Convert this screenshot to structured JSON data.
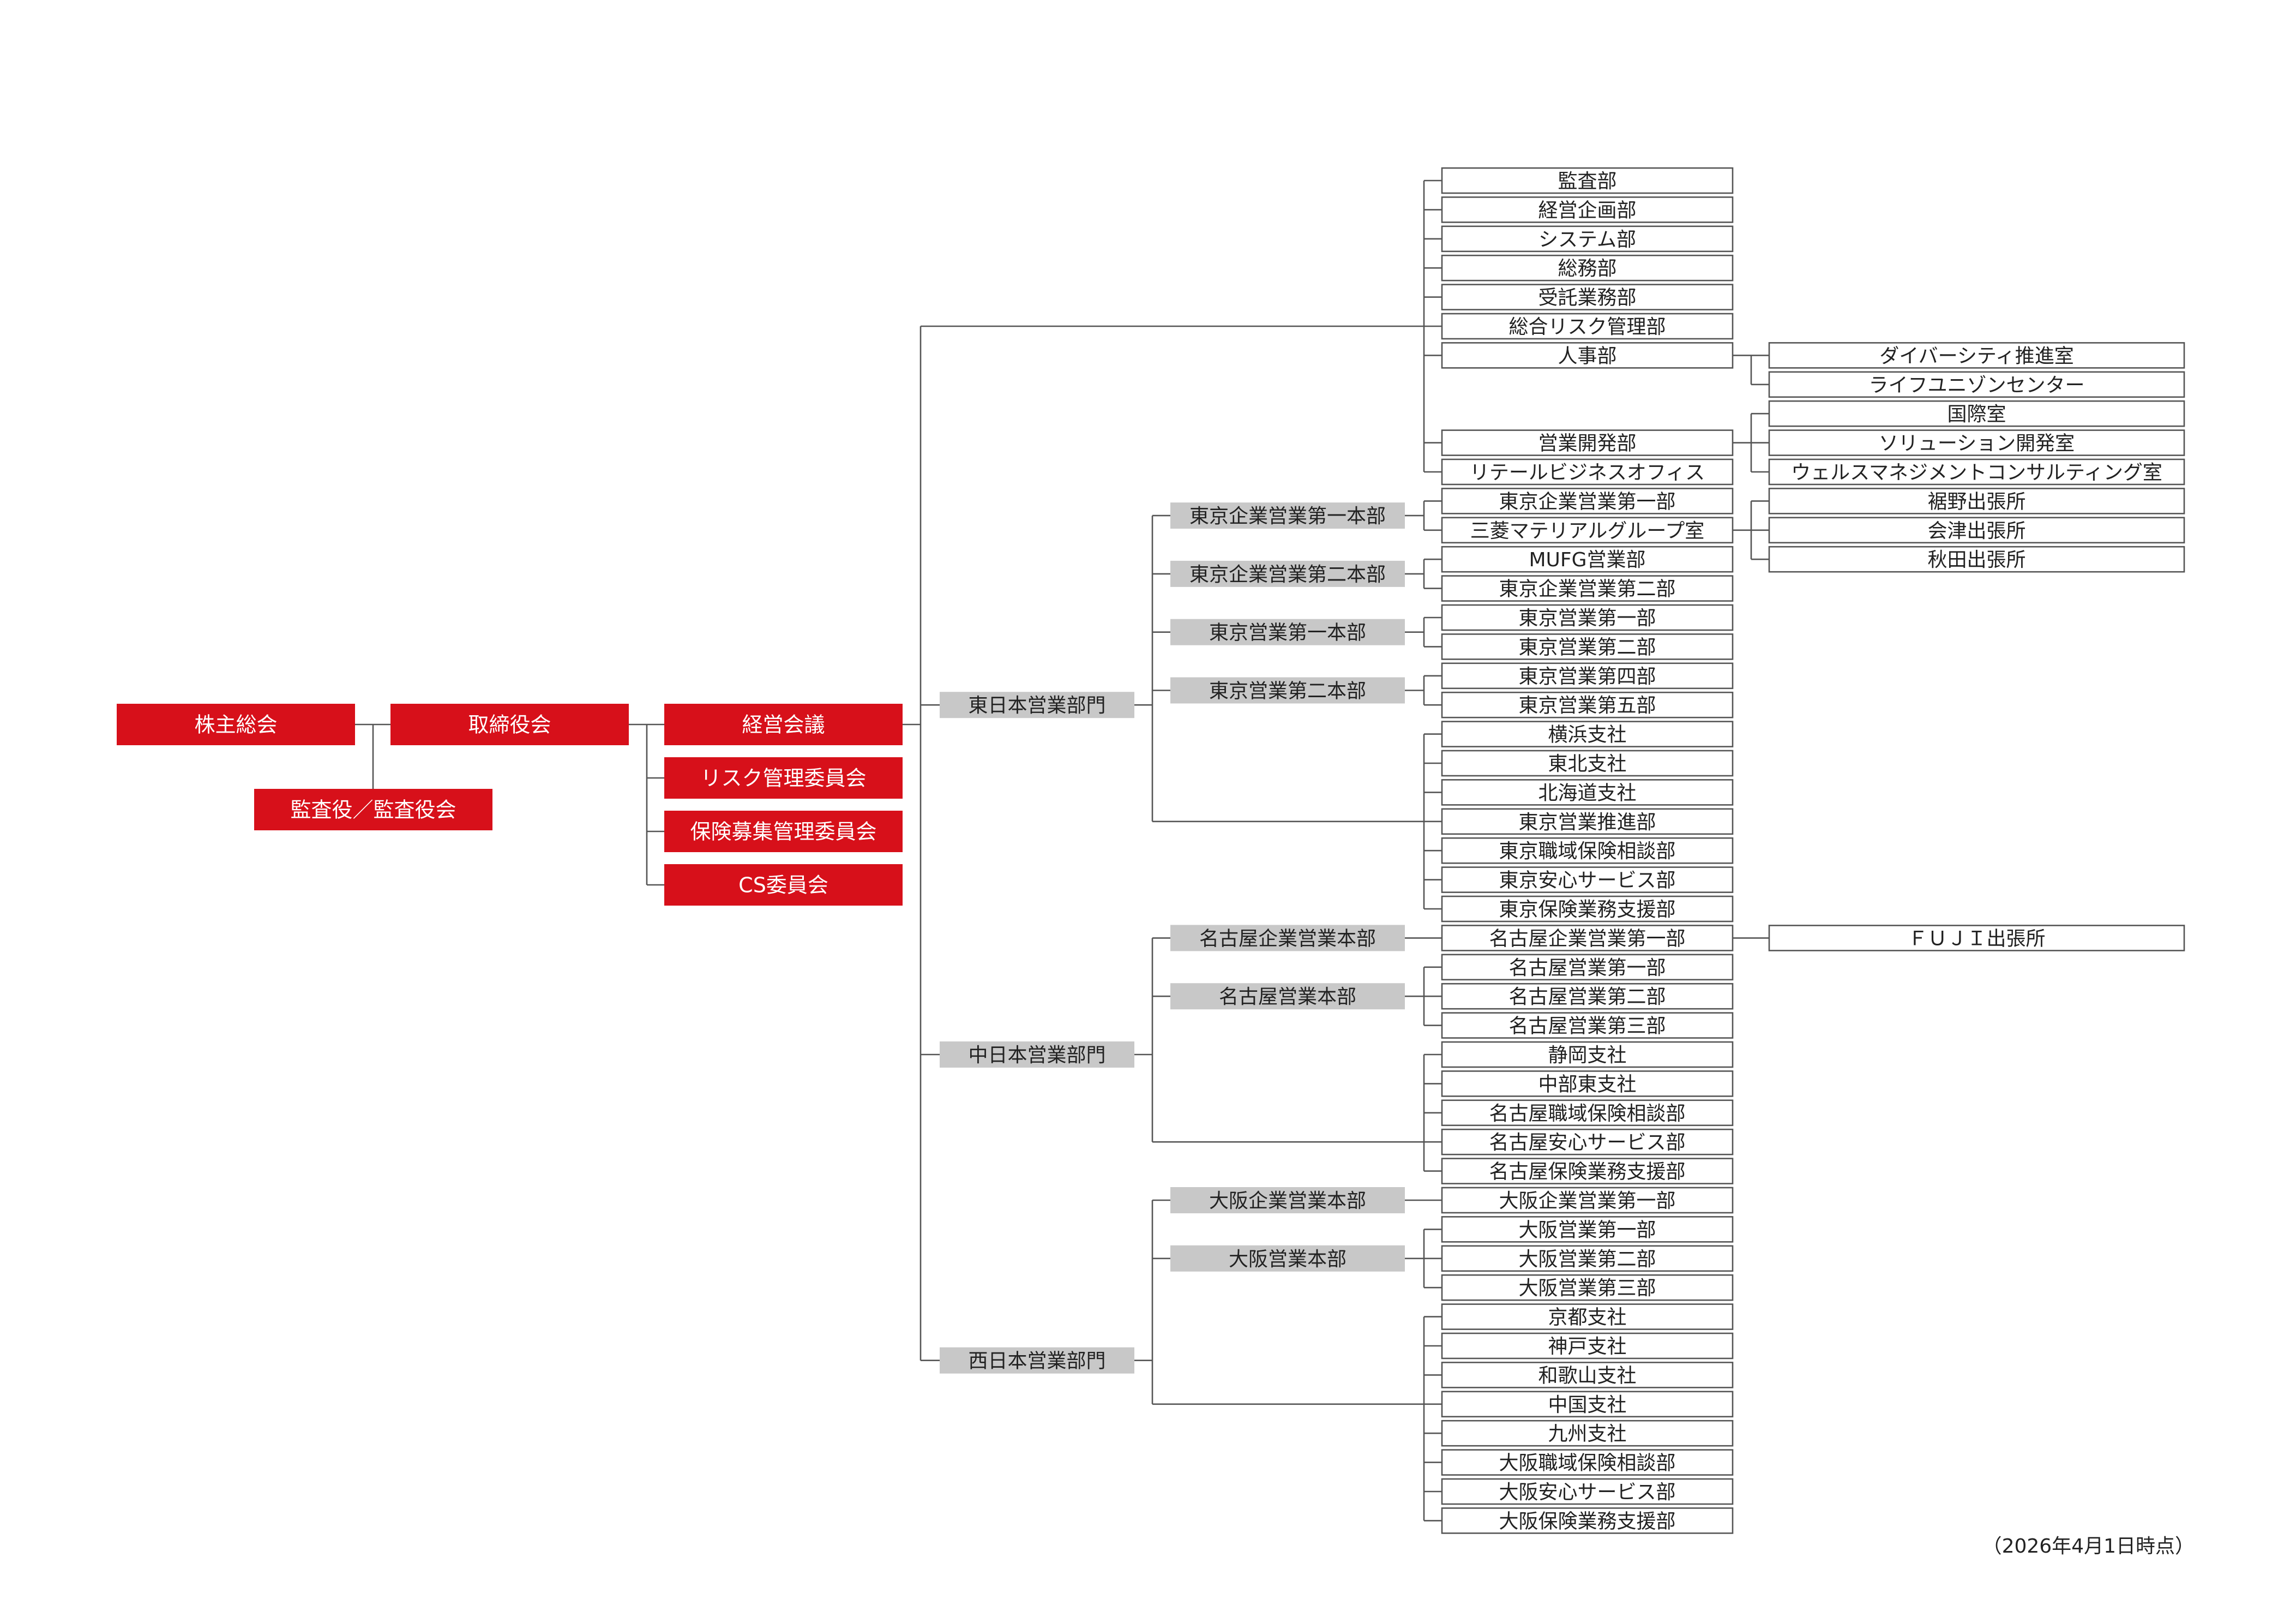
{
  "colors": {
    "red": "#d7101a",
    "gray": "#c8c8c8",
    "line": "#555555",
    "text": "#222222",
    "white": "#ffffff"
  },
  "top": {
    "shareholders": "株主総会",
    "board": "取締役会",
    "auditor": "監査役／監査役会",
    "management": "経営会議",
    "committees": [
      "リスク管理委員会",
      "保険募集管理委員会",
      "CS委員会"
    ]
  },
  "head_office": [
    "監査部",
    "経営企画部",
    "システム部",
    "総務部",
    "受託業務部",
    "総合リスク管理部",
    "人事部"
  ],
  "hr_sub": [
    "ダイバーシティ推進室",
    "ライフユニゾンセンター"
  ],
  "sales_dev": "営業開発部",
  "sales_dev_sub": [
    "国際室",
    "ソリューション開発室",
    "ウェルスマネジメントコンサルティング室"
  ],
  "retail": "リテールビジネスオフィス",
  "divisions": [
    {
      "name": "東日本営業部門",
      "hq": [
        {
          "name": "東京企業営業第一本部",
          "units": [
            "東京企業営業第一部",
            "三菱マテリアルグループ室"
          ]
        },
        {
          "name": "東京企業営業第二本部",
          "units": [
            "MUFG営業部",
            "東京企業営業第二部"
          ]
        },
        {
          "name": "東京営業第一本部",
          "units": [
            "東京営業第一部",
            "東京営業第二部"
          ]
        },
        {
          "name": "東京営業第二本部",
          "units": [
            "東京営業第四部",
            "東京営業第五部"
          ]
        }
      ],
      "direct": [
        "横浜支社",
        "東北支社",
        "北海道支社",
        "東京営業推進部",
        "東京職域保険相談部",
        "東京安心サービス部",
        "東京保険業務支援部"
      ]
    },
    {
      "name": "中日本営業部門",
      "hq": [
        {
          "name": "名古屋企業営業本部",
          "units": [
            "名古屋企業営業第一部"
          ]
        },
        {
          "name": "名古屋営業本部",
          "units": [
            "名古屋営業第一部",
            "名古屋営業第二部",
            "名古屋営業第三部"
          ]
        }
      ],
      "direct": [
        "静岡支社",
        "中部東支社",
        "名古屋職域保険相談部",
        "名古屋安心サービス部",
        "名古屋保険業務支援部"
      ]
    },
    {
      "name": "西日本営業部門",
      "hq": [
        {
          "name": "大阪企業営業本部",
          "units": [
            "大阪企業営業第一部"
          ]
        },
        {
          "name": "大阪営業本部",
          "units": [
            "大阪営業第一部",
            "大阪営業第二部",
            "大阪営業第三部"
          ]
        }
      ],
      "direct": [
        "京都支社",
        "神戸支社",
        "和歌山支社",
        "中国支社",
        "九州支社",
        "大阪職域保険相談部",
        "大阪安心サービス部",
        "大阪保険業務支援部"
      ]
    }
  ],
  "mitsubishi_sub": [
    "裾野出張所",
    "会津出張所",
    "秋田出張所"
  ],
  "nagoya_sub": [
    "ＦＵＪＩ出張所"
  ],
  "as_of": "（2026年4月1日時点）"
}
